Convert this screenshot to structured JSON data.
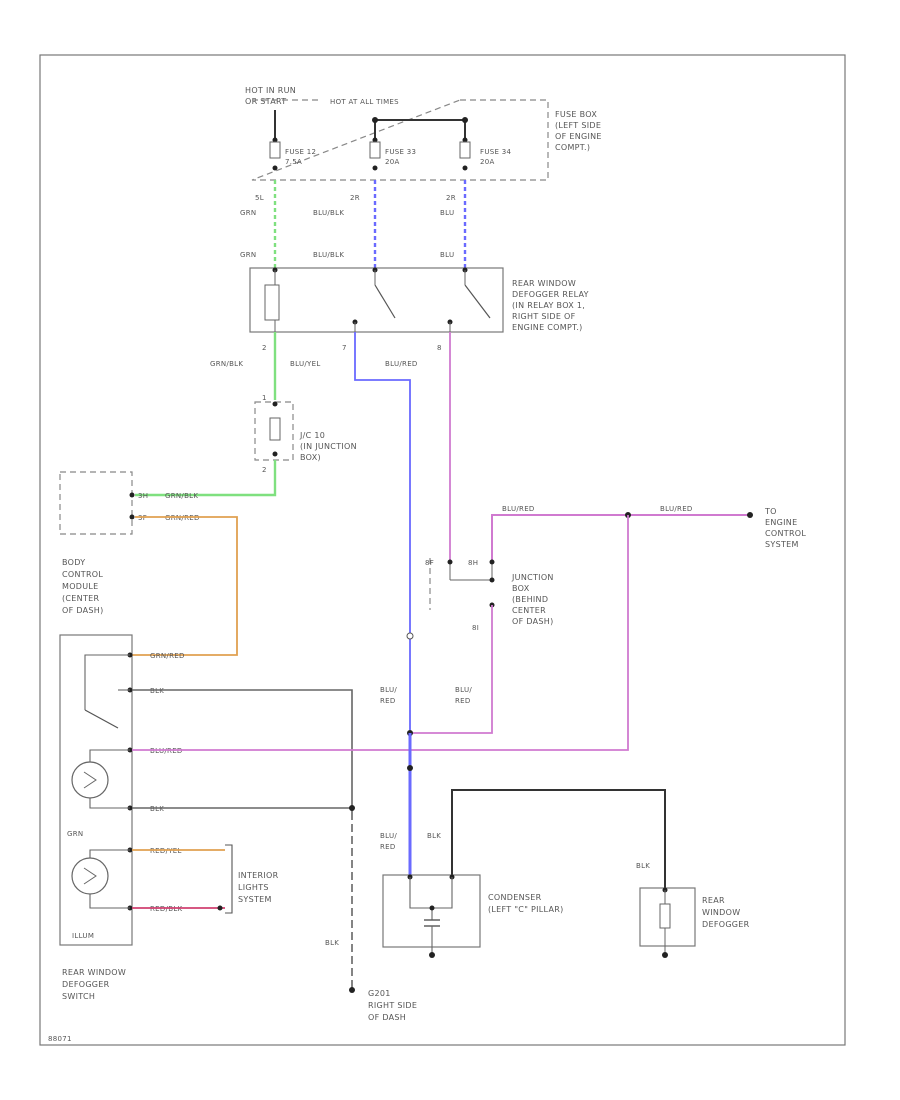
{
  "colors": {
    "grn": "#7fe07f",
    "blu": "#6a6aff",
    "vio": "#d07ad0",
    "org": "#e0a050",
    "red": "#d04070",
    "blk": "#333333"
  },
  "labels": {
    "hot_in_run": "HOT IN RUN",
    "or_start": "OR START",
    "hot_at_all_times": "HOT AT ALL TIMES",
    "fuse_box": [
      "FUSE BOX",
      "(LEFT SIDE",
      "OF ENGINE",
      "COMPT.)"
    ],
    "fuse_12": [
      "FUSE 12",
      "7.5A"
    ],
    "fuse_33": [
      "FUSE 33",
      "20A"
    ],
    "fuse_34": [
      "FUSE 34",
      "20A"
    ],
    "pin_5l": "5L",
    "pin_2r": "2R",
    "pin_2r_b": "2R",
    "w_grn": "GRN",
    "w_blublk": "BLU/BLK",
    "w_blu": "BLU",
    "w_grn2": "GRN",
    "w_blublk2": "BLU/BLK",
    "w_blu2": "BLU",
    "relay": [
      "REAR WINDOW",
      "DEFOGGER RELAY",
      "(IN RELAY BOX 1,",
      "RIGHT SIDE OF",
      "ENGINE COMPT.)"
    ],
    "r2": "2",
    "r7": "7",
    "r8": "8",
    "w_grnblk": "GRN/BLK",
    "w_bluyel": "BLU/YEL",
    "w_blured": "BLU/RED",
    "jc_pin1": "1",
    "jc_pin2": "2",
    "jc": [
      "J/C 10",
      "(IN JUNCTION",
      "BOX)"
    ],
    "bcm_pin_a": "3H",
    "bcm_pin_b": "3F",
    "w_grnblk_h": "GRN/BLK",
    "w_grnred_h": "GRN/RED",
    "bcm": [
      "BODY",
      "CONTROL",
      "MODULE",
      "(CENTER",
      "OF DASH)"
    ],
    "w_blured_top": "BLU/RED",
    "w_blured_top2": "BLU/RED",
    "to_ecs": [
      "TO",
      "ENGINE",
      "CONTROL",
      "SYSTEM"
    ],
    "j_pin_8f": "8F",
    "j_pin_8h": "8H",
    "j_pin_8i": "8I",
    "junction": [
      "JUNCTION",
      "BOX",
      "(BEHIND",
      "CENTER",
      "OF DASH)"
    ],
    "sw_grnred": "GRN/RED",
    "sw_blk": "BLK",
    "sw_blured": "BLU/RED",
    "sw_blk2": "BLK",
    "sw_grn": "GRN",
    "sw_redyel": "RED/YEL",
    "sw_redblk": "RED/BLK",
    "illum": "ILLUM",
    "switch": [
      "REAR WINDOW",
      "DEFOGGER",
      "SWITCH"
    ],
    "interior": [
      "INTERIOR",
      "LIGHTS",
      "SYSTEM"
    ],
    "bluered_a": [
      "BLU/",
      "RED"
    ],
    "bluered_b": [
      "BLU/",
      "RED"
    ],
    "bluered_c": [
      "BLU/",
      "RED"
    ],
    "blk_c": "BLK",
    "blk_d": "BLK",
    "condenser": [
      "CONDENSER",
      "(LEFT \"C\" PILLAR)"
    ],
    "defogger": [
      "REAR",
      "WINDOW",
      "DEFOGGER"
    ],
    "blk_g": "BLK",
    "ground": [
      "G201",
      "RIGHT SIDE",
      "OF DASH"
    ],
    "footer": "88071"
  }
}
